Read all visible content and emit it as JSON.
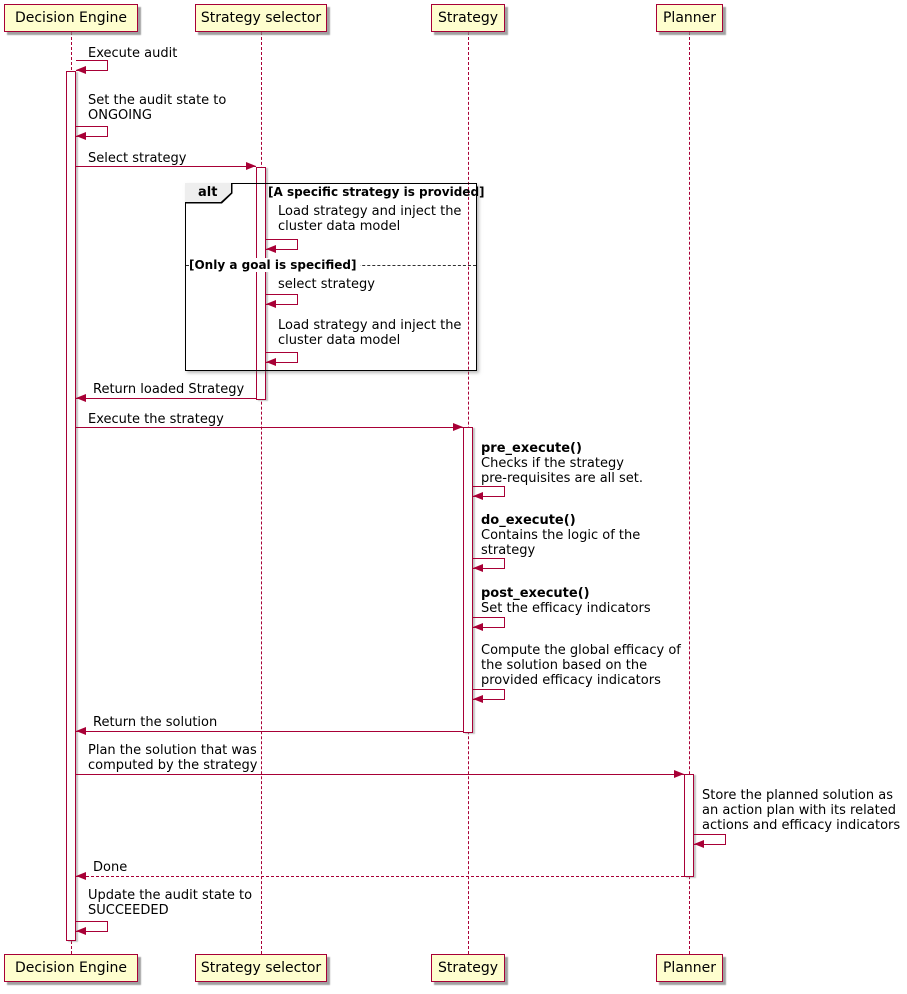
{
  "participants": [
    {
      "label": "Decision Engine"
    },
    {
      "label": "Strategy selector"
    },
    {
      "label": "Strategy"
    },
    {
      "label": "Planner"
    }
  ],
  "messages": {
    "execute_audit": "Execute audit",
    "set_audit_ongoing": "Set the audit state to\nONGOING",
    "select_strategy": "Select strategy",
    "return_loaded_strategy": "Return loaded Strategy",
    "execute_strategy": "Execute the strategy",
    "return_solution": "Return the solution",
    "plan_solution": "Plan the solution that was\ncomputed by the strategy",
    "done": "Done",
    "update_audit_succeeded": "Update the audit state to\nSUCCEEDED"
  },
  "alt_frame": {
    "label": "alt",
    "condition_specific": "[A specific strategy is provided]",
    "load_strategy_first": "Load strategy and inject the\ncluster data model",
    "condition_goal": "[Only a goal is specified]",
    "select_strategy": "select strategy",
    "load_strategy_second": "Load strategy and inject the\ncluster data model"
  },
  "strategy_internal": {
    "pre_execute_title": "pre_execute()",
    "pre_execute_desc": "Checks if the strategy\npre-requisites are all set.",
    "do_execute_title": "do_execute()",
    "do_execute_desc": "Contains the logic of the\nstrategy",
    "post_execute_title": "post_execute()",
    "post_execute_desc": "Set the efficacy indicators",
    "compute_efficacy": "Compute the global efficacy of\nthe solution based on the\nprovided efficacy indicators"
  },
  "planner_internal": {
    "store_plan": "Store the planned solution as\nan action plan with its related\nactions and efficacy indicators"
  },
  "colors": {
    "participant_fill": "#FEFECE",
    "lifeline_border": "#A80036",
    "arrow": "#A80036",
    "frame_border": "#000000",
    "alt_tab_fill": "#EEEEEE"
  }
}
